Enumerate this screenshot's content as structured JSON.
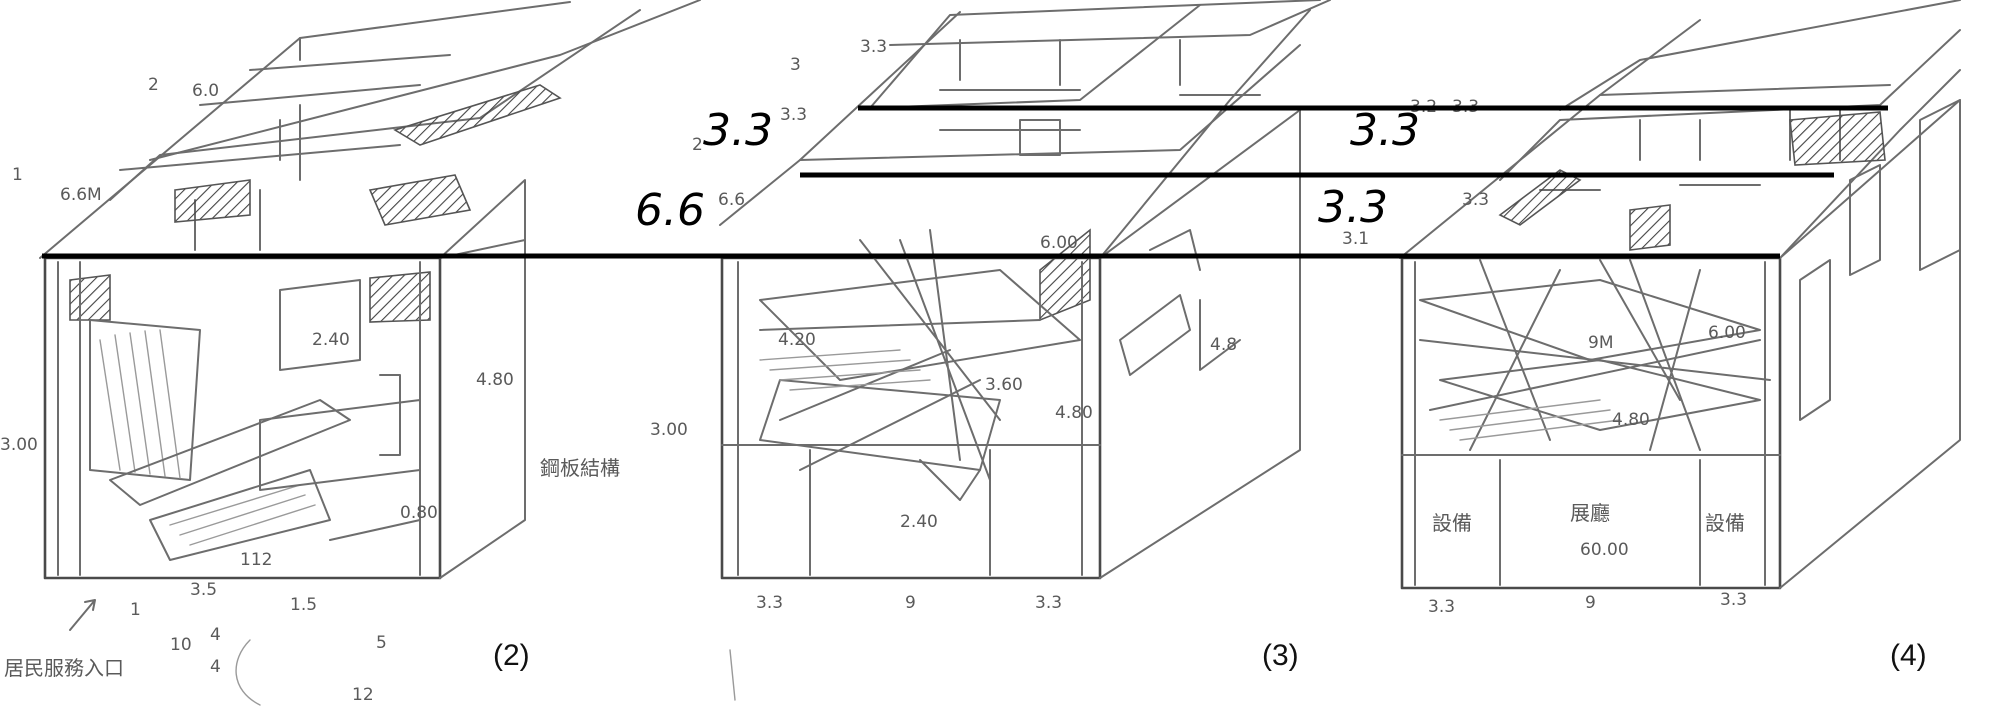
{
  "panels": [
    {
      "label": "(2)"
    },
    {
      "label": "(3)"
    },
    {
      "label": "(4)"
    }
  ],
  "level_labels": {
    "top_left": "3.3",
    "top_right": "3.3",
    "mid_left": "6.6",
    "mid_right": "3.3"
  },
  "handwritten": {
    "p2_level_2": "2",
    "p2_level_2_h": "6.0",
    "p2_level_1": "1",
    "p2_level_1_h": "6.6M",
    "p2_dim_240": "2.40",
    "p2_dim_480": "4.80",
    "p2_dim_080": "0.80",
    "p2_dim_300": "3.00",
    "p2_dim_112": "112",
    "p2_dim_1": "1",
    "p2_dim_35": "3.5",
    "p2_dim_15": "1.5",
    "p2_dim_10": "10",
    "p2_dim_4a": "4",
    "p2_dim_4b": "4",
    "p2_dim_5": "5",
    "p2_dim_12": "12",
    "p2_note_right": "鋼板結構",
    "p2_note_bottom": "居民服務入口",
    "p3_level_3": "3",
    "p3_level_3_h": "3.3",
    "p3_level_2": "2",
    "p3_level_2_h": "3.3",
    "p3_level_1_h": "6.6",
    "p3_dim_600": "6.00",
    "p3_dim_480": "4.80",
    "p3_dim_360": "3.60",
    "p3_dim_420": "4.20",
    "p3_dim_240": "2.40",
    "p3_dim_300": "3.00",
    "p3_dim_48": "4.8",
    "p3_bottom_1": "3.3",
    "p3_bottom_2": "9",
    "p3_bottom_3": "3.3",
    "p4_level_3": "3.2",
    "p4_level_3_h": "3.3",
    "p4_level_2_h": "3.3",
    "p4_level_1": "3.1",
    "p4_dim_9m": "9M",
    "p4_dim_600": "6.00",
    "p4_dim_480": "4.80",
    "p4_dim_6000": "60.00",
    "p4_room_1": "設備",
    "p4_room_2": "展廳",
    "p4_room_3": "設備",
    "p4_bottom_1": "3.3",
    "p4_bottom_2": "9",
    "p4_bottom_3": "3.3"
  }
}
